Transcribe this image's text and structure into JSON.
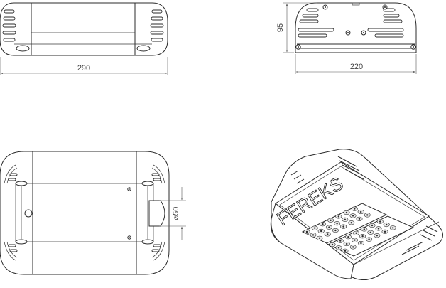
{
  "dimensions": {
    "front_width": "290",
    "side_width": "220",
    "side_height": "95",
    "mount_diameter": "⌀50"
  },
  "brand_text": "FEREKS"
}
